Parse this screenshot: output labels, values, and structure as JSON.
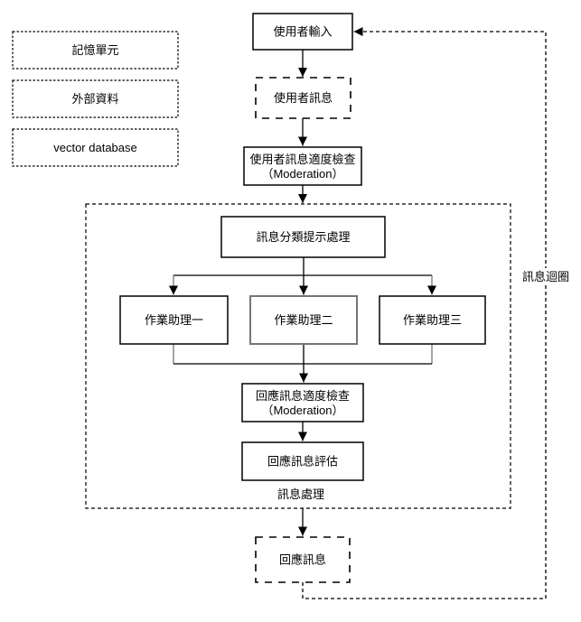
{
  "diagram": {
    "side_nodes": {
      "memory_unit": "記憶單元",
      "external_data": "外部資料",
      "vector_database": "vector database"
    },
    "nodes": {
      "user_input": "使用者輸入",
      "user_message": "使用者訊息",
      "input_moderation": {
        "line1": "使用者訊息適度檢查",
        "line2": "（Moderation）"
      },
      "message_classification": "訊息分類提示處理",
      "assistant_one": "作業助理一",
      "assistant_two": "作業助理二",
      "assistant_three": "作業助理三",
      "response_moderation": {
        "line1": "回應訊息適度檢查",
        "line2": "（Moderation）"
      },
      "response_evaluation": "回應訊息評估",
      "response_message": "回應訊息"
    },
    "labels": {
      "message_processing_group": "訊息處理",
      "message_loop": "訊息迴圈"
    },
    "colors": {
      "stroke": "#000000",
      "secondary_stroke": "#757575",
      "canvas_background": "#ffffff"
    }
  }
}
